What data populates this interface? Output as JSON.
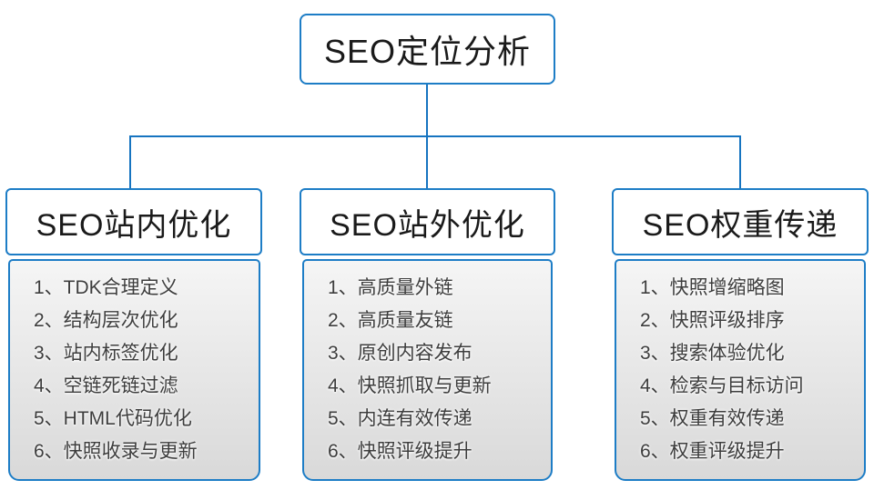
{
  "diagram": {
    "root": {
      "title": "SEO定位分析"
    },
    "columns": [
      {
        "title": "SEO站内优化",
        "items": [
          "1、TDK合理定义",
          "2、结构层次优化",
          "3、站内标签优化",
          "4、空链死链过滤",
          "5、HTML代码优化",
          "6、快照收录与更新"
        ]
      },
      {
        "title": "SEO站外优化",
        "items": [
          "1、高质量外链",
          "2、高质量友链",
          "3、原创内容发布",
          "4、快照抓取与更新",
          "5、内连有效传递",
          "6、快照评级提升"
        ]
      },
      {
        "title": "SEO权重传递",
        "items": [
          "1、快照增缩略图",
          "2、快照评级排序",
          "3、搜索体验优化",
          "4、检索与目标访问",
          "5、权重有效传递",
          "6、权重评级提升"
        ]
      }
    ],
    "colors": {
      "accent": "#1674c0",
      "box_border": "#1d7dc6",
      "body_top": "#f5f5f5",
      "body_bottom": "#d9d9d9",
      "text": "#1a1a1a",
      "item_text": "#3d3d3d"
    }
  }
}
